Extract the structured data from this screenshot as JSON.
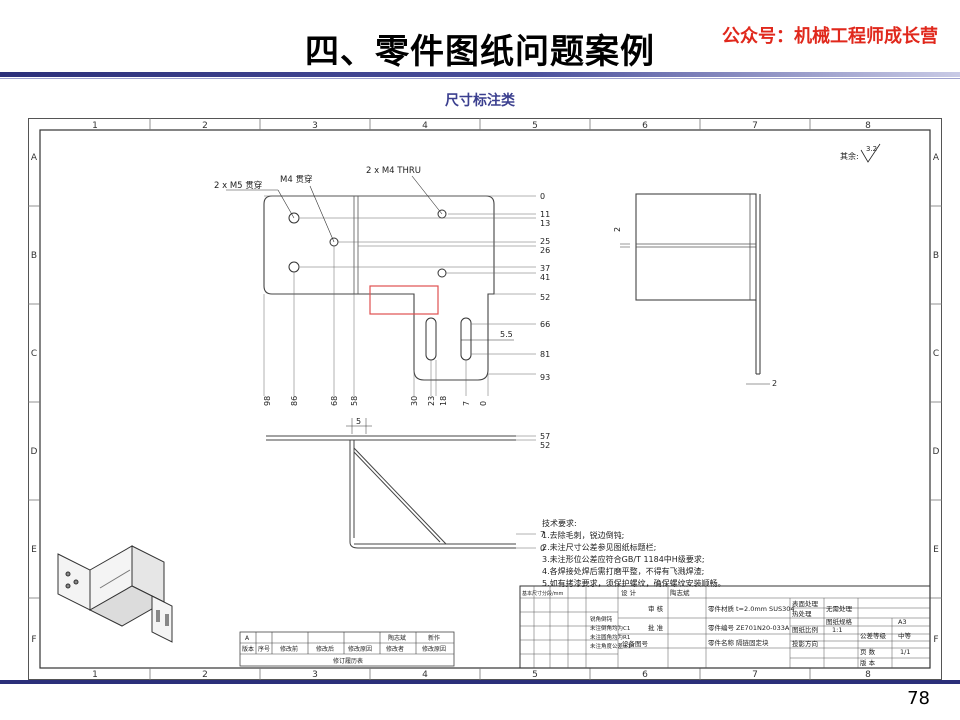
{
  "slide": {
    "title": "四、零件图纸问题案例",
    "brand": "公众号：机械工程师成长营",
    "subtitle": "尺寸标注类",
    "page_number": "78"
  },
  "drawing": {
    "grid_top": [
      "1",
      "2",
      "3",
      "4",
      "5",
      "6",
      "7",
      "8"
    ],
    "grid_bottom": [
      "1",
      "2",
      "3",
      "4",
      "5",
      "6",
      "7",
      "8"
    ],
    "grid_rows": [
      "A",
      "B",
      "C",
      "D",
      "E",
      "F"
    ],
    "roughness": "其余:",
    "roughness_value": "3.2",
    "callouts": {
      "m5": "2 x M5 贯穿",
      "m4": "M4 贯穿",
      "m4_2": "2 x M4 THRU"
    },
    "right_ordinates": [
      "0",
      "11",
      "13",
      "25",
      "26",
      "37",
      "41",
      "52",
      "66",
      "81",
      "93"
    ],
    "dim_5_5": "5.5",
    "bottom_ordinates": [
      "98",
      "86",
      "68",
      "58",
      "30",
      "23",
      "18",
      "7",
      "0"
    ],
    "front": {
      "dim5": "5",
      "ords": [
        "57",
        "52",
        "7",
        "0"
      ]
    },
    "side": {
      "dim2a": "2",
      "dim2b": "2"
    },
    "tech_title": "技术要求:",
    "tech_notes": [
      "1.去除毛刺，锐边倒钝;",
      "2.未注尺寸公差参见图纸标题栏;",
      "3.未注形位公差应符合GB/T 1184中H级要求;",
      "4.各焊接处焊后需打磨平整，不得有飞溅焊渣;",
      "5.如有拷漆要求，须保护螺纹，确保螺纹安装顺畅。"
    ],
    "title_block": {
      "design": "设 计",
      "designer": "陶志斌",
      "review": "审 核",
      "approve": "批 准",
      "part_material_label": "零件材质",
      "part_material": "t=2.0mm SUS304",
      "surface_label": "表面处理",
      "surface": "无需处理",
      "heat_label": "热处理",
      "part_no_label": "零件编号",
      "part_no": "ZE701N20-033A",
      "part_name_label": "零件名称",
      "part_name": "隔链固定块",
      "paper_label": "图纸规格",
      "paper": "A3",
      "scale_label": "图纸比例",
      "scale": "1:1",
      "tol_label": "公差等级",
      "tol": "中等",
      "view_label": "投影方向",
      "pages_label": "页 数",
      "pages": "1/1",
      "version_label": "版 本",
      "device_label": "设备图号",
      "mid_notes": [
        "锐角倒钝",
        "未注倒角均为C1",
        "未注圆角均为R1",
        "未注角度公差±1°"
      ],
      "tol_header": "基本尺寸分段/mm"
    },
    "revision": {
      "row_a": "A",
      "headers": [
        "版本",
        "序号",
        "修改前",
        "修改后",
        "修改原因",
        "修改者",
        "修改原因"
      ],
      "header_top": "陶志斌",
      "header_top2": "新作",
      "caption": "修订履历表"
    }
  }
}
